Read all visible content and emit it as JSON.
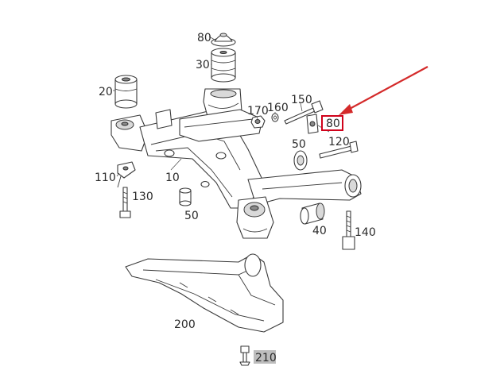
{
  "labels": {
    "l80_top": "80",
    "l30": "30",
    "l20": "20",
    "l170": "170",
    "l160": "160",
    "l150": "150",
    "l80_hl": "80",
    "l50_right": "50",
    "l120": "120",
    "l110": "110",
    "l10": "10",
    "l130": "130",
    "l50_bottom": "50",
    "l40": "40",
    "l140": "140",
    "l200": "200",
    "l210": "210"
  },
  "colors": {
    "highlight": "#d0021b",
    "arrow": "#d42a2a",
    "badge_bg": "#bdbdbd",
    "line": "#3a3a3a"
  }
}
